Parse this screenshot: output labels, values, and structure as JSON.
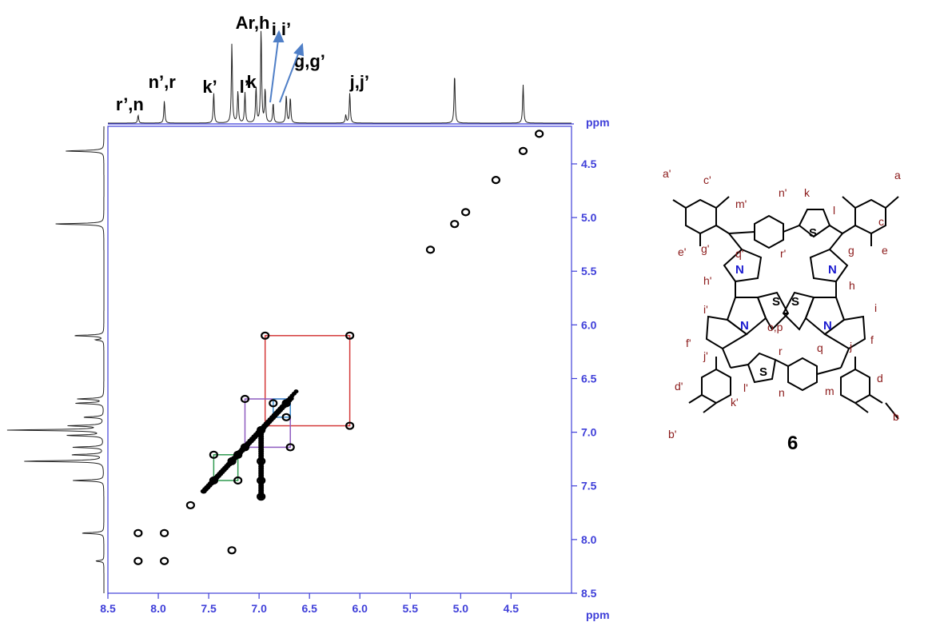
{
  "chart_data": {
    "type": "heatmap",
    "subtype": "2D COSY NMR spectrum",
    "x_unit": "ppm",
    "y_unit": "ppm",
    "xlim": [
      8.5,
      3.9
    ],
    "ylim": [
      4.15,
      8.5
    ],
    "x_ticks": [
      "8.5",
      "8.0",
      "7.5",
      "7.0",
      "6.5",
      "6.0",
      "5.5",
      "5.0",
      "4.5"
    ],
    "y_ticks": [
      "4.5",
      "5.0",
      "5.5",
      "6.0",
      "6.5",
      "7.0",
      "7.5",
      "8.0",
      "8.5"
    ],
    "x_tick_values": [
      8.5,
      8.0,
      7.5,
      7.0,
      6.5,
      6.0,
      5.5,
      5.0,
      4.5
    ],
    "y_tick_values": [
      4.5,
      5.0,
      5.5,
      6.0,
      6.5,
      7.0,
      7.5,
      8.0,
      8.5
    ],
    "axis_color": "#3f3fd9",
    "projection_peaks": [
      {
        "ppm": 8.2,
        "height": 10
      },
      {
        "ppm": 7.94,
        "height": 28
      },
      {
        "ppm": 7.45,
        "height": 38
      },
      {
        "ppm": 7.27,
        "height": 100
      },
      {
        "ppm": 7.21,
        "height": 40
      },
      {
        "ppm": 7.14,
        "height": 38
      },
      {
        "ppm": 7.03,
        "height": 45
      },
      {
        "ppm": 6.98,
        "height": 118
      },
      {
        "ppm": 6.94,
        "height": 42
      },
      {
        "ppm": 6.86,
        "height": 25
      },
      {
        "ppm": 6.73,
        "height": 35
      },
      {
        "ppm": 6.69,
        "height": 32
      },
      {
        "ppm": 6.14,
        "height": 10
      },
      {
        "ppm": 6.1,
        "height": 38
      },
      {
        "ppm": 5.06,
        "height": 62
      },
      {
        "ppm": 4.38,
        "height": 48
      }
    ],
    "peak_labels": [
      {
        "text": "r’,n",
        "ppm": 8.2
      },
      {
        "text": "n’,r",
        "ppm": 7.94
      },
      {
        "text": "k’",
        "ppm": 7.45
      },
      {
        "text": "l’",
        "ppm": 7.21
      },
      {
        "text": "k",
        "ppm": 7.14
      },
      {
        "text": "Ar,h",
        "ppm": 6.98
      },
      {
        "text": "i,i’",
        "ppm": 6.94
      },
      {
        "text": "g,g’",
        "ppm": 6.86
      },
      {
        "text": "j,j’",
        "ppm": 6.1
      }
    ],
    "cross_peaks": [
      {
        "x": 8.2,
        "y": 8.2
      },
      {
        "x": 7.94,
        "y": 7.94
      },
      {
        "x": 7.68,
        "y": 7.68
      },
      {
        "x": 7.45,
        "y": 7.45
      },
      {
        "x": 7.27,
        "y": 7.27
      },
      {
        "x": 7.21,
        "y": 7.21
      },
      {
        "x": 7.14,
        "y": 7.14
      },
      {
        "x": 6.98,
        "y": 6.98
      },
      {
        "x": 6.73,
        "y": 6.73
      },
      {
        "x": 6.1,
        "y": 6.1
      },
      {
        "x": 5.3,
        "y": 5.3
      },
      {
        "x": 5.06,
        "y": 5.06
      },
      {
        "x": 4.95,
        "y": 4.95
      },
      {
        "x": 4.65,
        "y": 4.65
      },
      {
        "x": 4.38,
        "y": 4.38
      },
      {
        "x": 4.22,
        "y": 4.22
      },
      {
        "x": 7.94,
        "y": 8.2
      },
      {
        "x": 8.2,
        "y": 7.94
      },
      {
        "x": 7.45,
        "y": 7.21
      },
      {
        "x": 7.21,
        "y": 7.45
      },
      {
        "x": 6.94,
        "y": 6.1
      },
      {
        "x": 6.1,
        "y": 6.94
      },
      {
        "x": 6.86,
        "y": 6.73
      },
      {
        "x": 6.73,
        "y": 6.86
      },
      {
        "x": 7.14,
        "y": 6.69
      },
      {
        "x": 6.69,
        "y": 7.14
      },
      {
        "x": 6.98,
        "y": 7.45
      },
      {
        "x": 6.98,
        "y": 7.27
      },
      {
        "x": 6.98,
        "y": 7.6
      },
      {
        "x": 7.27,
        "y": 8.1
      }
    ],
    "correlation_boxes": [
      {
        "color": "#d43a3a",
        "x1": 6.94,
        "x2": 6.1,
        "y1": 6.1,
        "y2": 6.94
      },
      {
        "color": "#8e5bc0",
        "x1": 7.14,
        "x2": 6.69,
        "y1": 6.69,
        "y2": 7.14
      },
      {
        "color": "#3f8fcf",
        "x1": 6.86,
        "x2": 6.69,
        "y1": 6.69,
        "y2": 6.86
      },
      {
        "color": "#2f9a4f",
        "x1": 7.45,
        "x2": 7.21,
        "y1": 7.21,
        "y2": 7.45
      }
    ]
  },
  "structure": {
    "compound_number": "6",
    "atom_labels": [
      "a",
      "a'",
      "b",
      "b'",
      "c",
      "c'",
      "d",
      "d'",
      "e",
      "e'",
      "f",
      "f'",
      "g",
      "g'",
      "h",
      "h'",
      "i",
      "i'",
      "j",
      "j'",
      "k",
      "k'",
      "l",
      "l'",
      "m",
      "m'",
      "n",
      "n'",
      "q",
      "q'",
      "r",
      "r'",
      "o,p"
    ],
    "heteroatoms": [
      "N",
      "N",
      "N",
      "N",
      "S",
      "S",
      "S",
      "S"
    ],
    "label_color": "#8b1a1a",
    "nitrogen_color": "#1a1ad0"
  }
}
